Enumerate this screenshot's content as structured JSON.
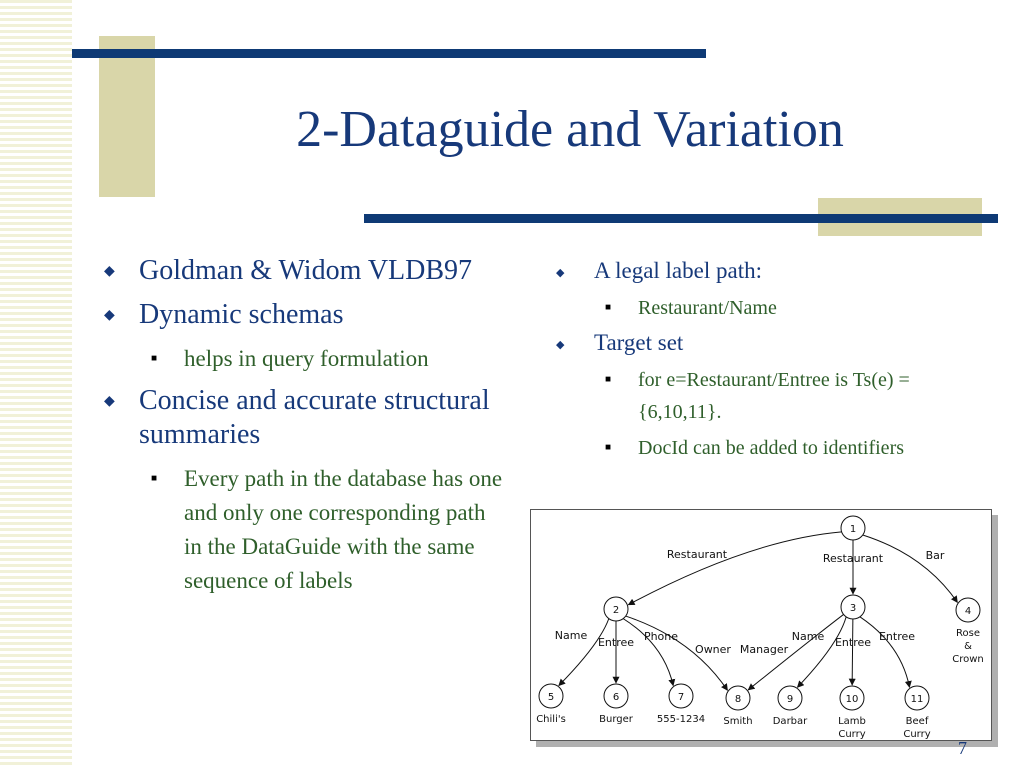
{
  "slide": {
    "title": "2-Dataguide and Variation",
    "page_number": "7",
    "colors": {
      "title": "#17397a",
      "accent_bar": "#0e3a75",
      "accent_block": "#d9d6a9",
      "sub_text": "#2f5f2b"
    }
  },
  "left": {
    "bullets": [
      {
        "text": "Goldman & Widom VLDB97",
        "sub": []
      },
      {
        "text": "Dynamic schemas",
        "sub": [
          "helps in query formulation"
        ]
      },
      {
        "text": "Concise and accurate structural summaries",
        "sub": [
          "Every path in the database has one and only one corresponding path in the DataGuide with the same sequence of labels"
        ]
      }
    ]
  },
  "right": {
    "bullets": [
      {
        "text": "A legal label path:",
        "sub": [
          "Restaurant/Name"
        ]
      },
      {
        "text": "Target set",
        "sub": [
          "for e=Restaurant/Entree is Ts(e) = {6,10,11}.",
          "DocId can be added to identifiers"
        ]
      }
    ]
  },
  "diagram": {
    "nodes": [
      {
        "id": "1",
        "caption": []
      },
      {
        "id": "2",
        "caption": []
      },
      {
        "id": "3",
        "caption": []
      },
      {
        "id": "4",
        "caption": [
          "Rose",
          "&",
          "Crown"
        ]
      },
      {
        "id": "5",
        "caption": [
          "Chili's"
        ]
      },
      {
        "id": "6",
        "caption": [
          "Burger"
        ]
      },
      {
        "id": "7",
        "caption": [
          "555-1234"
        ]
      },
      {
        "id": "8",
        "caption": [
          "Smith"
        ]
      },
      {
        "id": "9",
        "caption": [
          "Darbar"
        ]
      },
      {
        "id": "10",
        "caption": [
          "Lamb",
          "Curry"
        ]
      },
      {
        "id": "11",
        "caption": [
          "Beef",
          "Curry"
        ]
      }
    ],
    "edges": [
      {
        "from": "1",
        "to": "2",
        "label": "Restaurant"
      },
      {
        "from": "1",
        "to": "3",
        "label": "Restaurant"
      },
      {
        "from": "1",
        "to": "4",
        "label": "Bar"
      },
      {
        "from": "2",
        "to": "5",
        "label": "Name"
      },
      {
        "from": "2",
        "to": "6",
        "label": "Entree"
      },
      {
        "from": "2",
        "to": "7",
        "label": "Phone"
      },
      {
        "from": "2",
        "to": "8",
        "label": "Owner"
      },
      {
        "from": "3",
        "to": "8",
        "label": "Manager"
      },
      {
        "from": "3",
        "to": "9",
        "label": "Name"
      },
      {
        "from": "3",
        "to": "10",
        "label": "Entree"
      },
      {
        "from": "3",
        "to": "11",
        "label": "Entree"
      }
    ]
  }
}
